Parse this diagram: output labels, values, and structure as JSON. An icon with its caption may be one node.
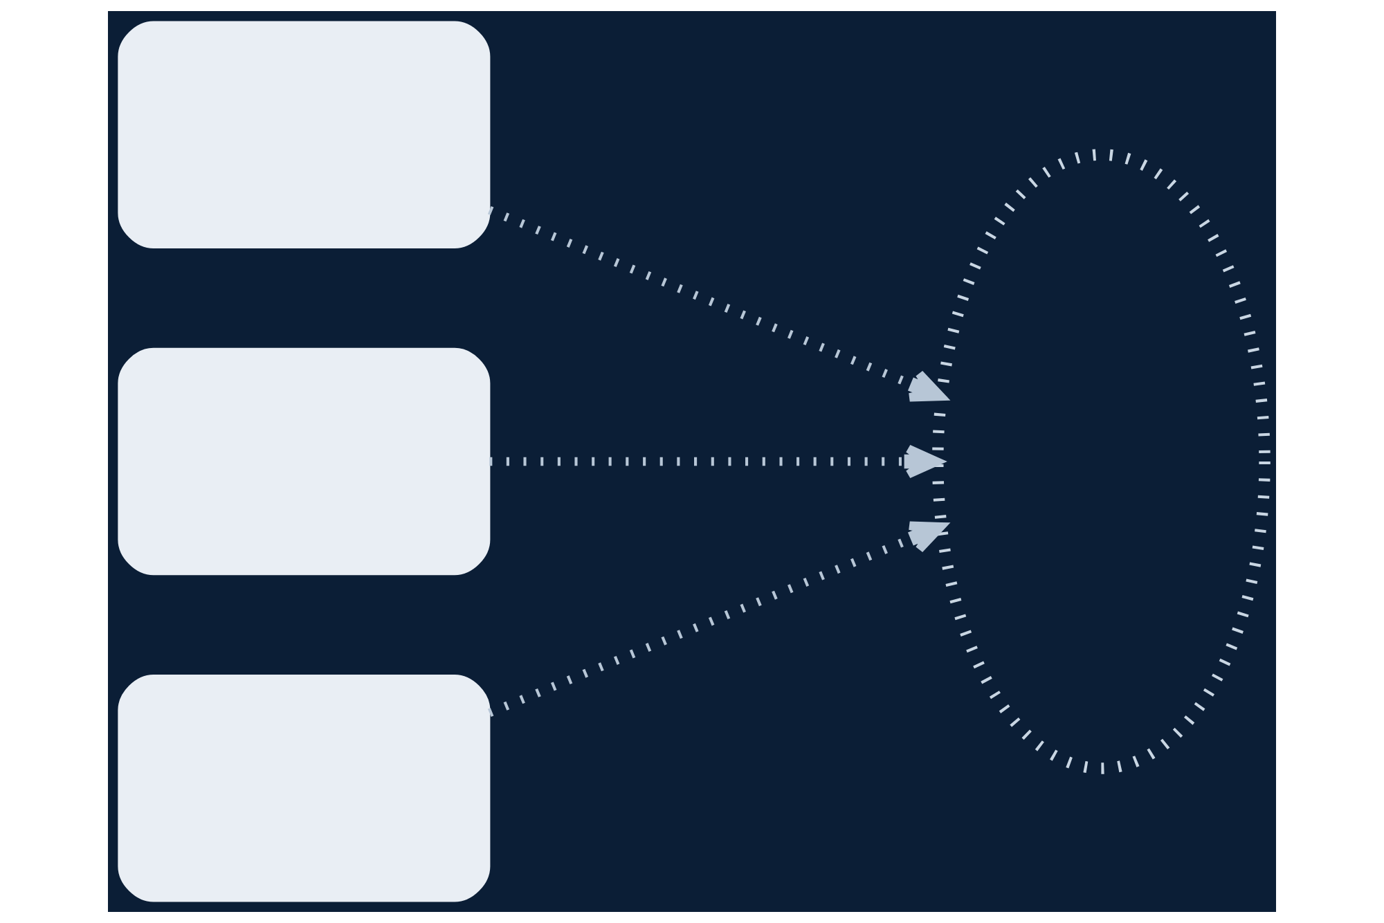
{
  "diagram": {
    "nodes": [
      {
        "text": [],
        "shape": "box"
      },
      {
        "text": [],
        "shape": "box"
      },
      {
        "text": [],
        "shape": "box"
      },
      {
        "text": [],
        "shape": "cloud"
      }
    ],
    "edges": [
      {
        "from": 0,
        "to": 3,
        "arrow": "to",
        "style": "dashed"
      },
      {
        "from": 1,
        "to": 3,
        "arrow": "to",
        "style": "dashed"
      },
      {
        "from": 2,
        "to": 3,
        "arrow": "to",
        "style": "dashed"
      }
    ]
  }
}
